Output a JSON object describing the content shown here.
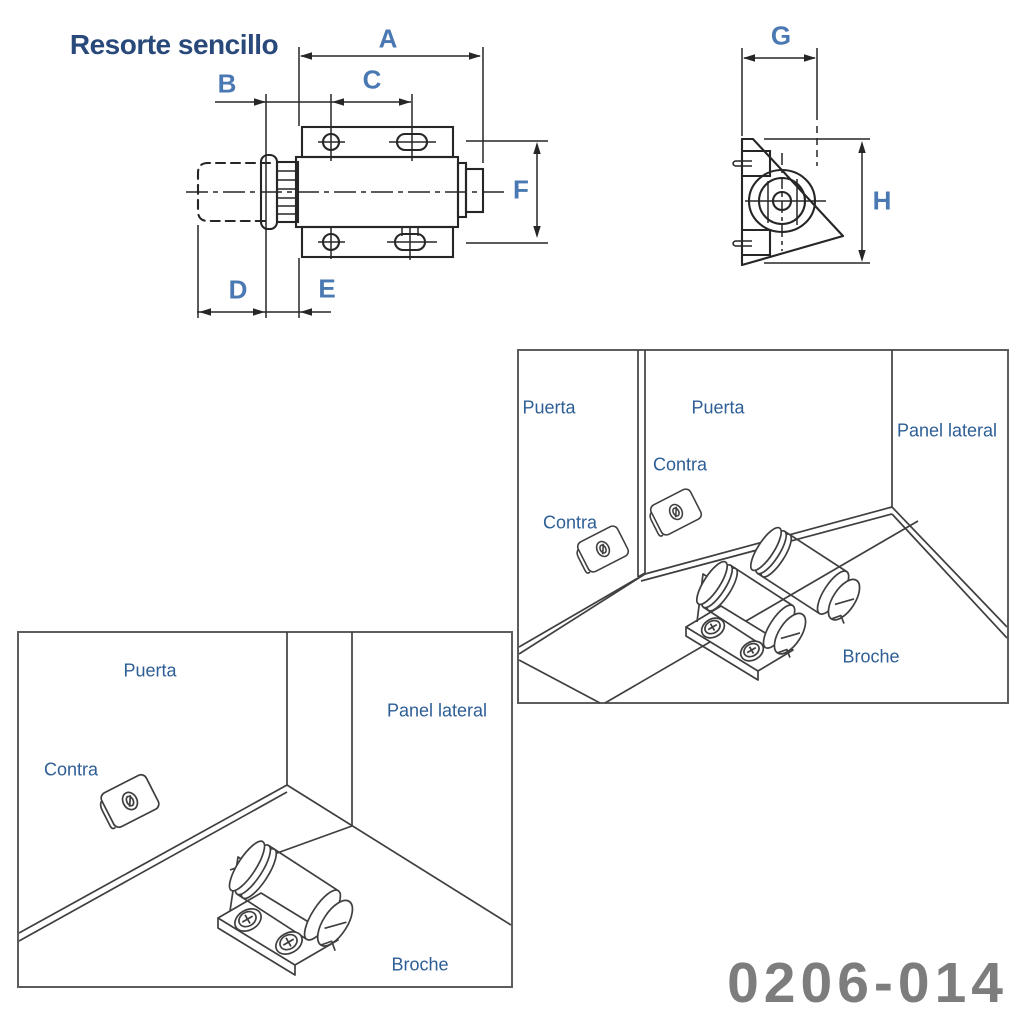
{
  "title": "Resorte sencillo",
  "product_code": "0206-014",
  "colors": {
    "title": "#29497B",
    "dimension_letters": "#4A78B2",
    "diagram_labels": "#2D5E95",
    "product_code": "#7D7D7D",
    "drawing_lines": "#262626",
    "iso_lines": "#3F3F3F"
  },
  "dimensions": {
    "labels": [
      "A",
      "B",
      "C",
      "D",
      "E",
      "F",
      "G",
      "H"
    ]
  },
  "installation_top": {
    "door_left": "Puerta",
    "door_right": "Puerta",
    "side_panel": "Panel lateral",
    "strike_on_right_door": "Contra",
    "strike_on_left_door": "Contra",
    "latch": "Broche"
  },
  "installation_bottom": {
    "door": "Puerta",
    "side_panel": "Panel lateral",
    "strike": "Contra",
    "latch": "Broche"
  }
}
